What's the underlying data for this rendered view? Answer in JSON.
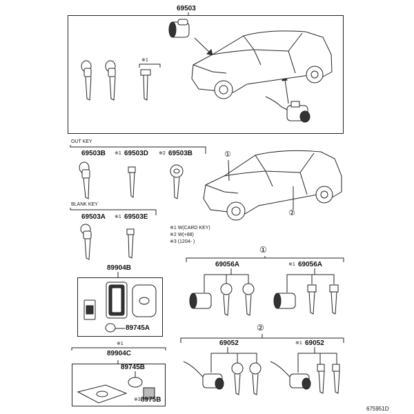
{
  "top": {
    "part": "69503",
    "note_mark": "※1"
  },
  "out_key": {
    "header": "OUT KEY",
    "parts": [
      {
        "prefix": "",
        "code": "69503B"
      },
      {
        "prefix": "※1",
        "code": "69503D"
      },
      {
        "prefix": "※2",
        "code": "69503B"
      }
    ]
  },
  "blank_key": {
    "header": "BLANK KEY",
    "parts": [
      {
        "prefix": "",
        "code": "69503A"
      },
      {
        "prefix": "※1",
        "code": "69503E"
      }
    ]
  },
  "notes": [
    "※1 W(CARD KEY)",
    "※2 W(+88)",
    "※3 (1204-      )"
  ],
  "car_markers": {
    "one": "①",
    "two": "②"
  },
  "card_key": {
    "part": "89904B",
    "battery": "89745A"
  },
  "card_key_c": {
    "prefix": "※1",
    "part": "89904C",
    "battery": "89745B",
    "sub_prefix": "※3",
    "sub_part": "8975B"
  },
  "set_one": {
    "marker": "①",
    "left": "69056A",
    "right_prefix": "※1",
    "right": "69056A"
  },
  "set_two": {
    "marker": "②",
    "left": "69052",
    "right_prefix": "※1",
    "right": "69052"
  },
  "footer": {
    "diagram_id": "675951D"
  }
}
